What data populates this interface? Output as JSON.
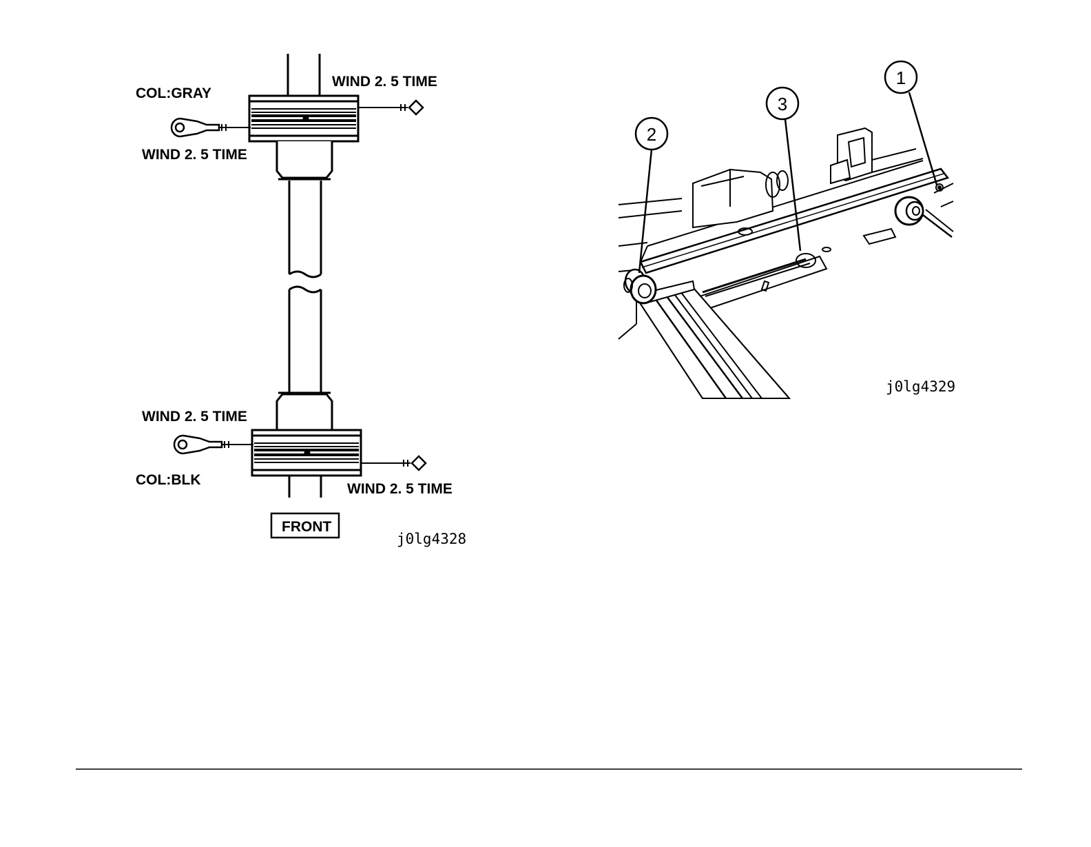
{
  "left_figure": {
    "labels": {
      "wind_top_right": "WIND 2. 5 TIME",
      "col_gray": "COL:GRAY",
      "wind_top_left": "WIND 2. 5 TIME",
      "wind_bottom_left": "WIND 2. 5 TIME",
      "col_blk": "COL:BLK",
      "wind_bottom_right": "WIND 2. 5 TIME",
      "front": "FRONT"
    },
    "figure_id": "j0lg4328"
  },
  "right_figure": {
    "callouts": [
      "1",
      "2",
      "3"
    ],
    "figure_id": "j0lg4329"
  }
}
